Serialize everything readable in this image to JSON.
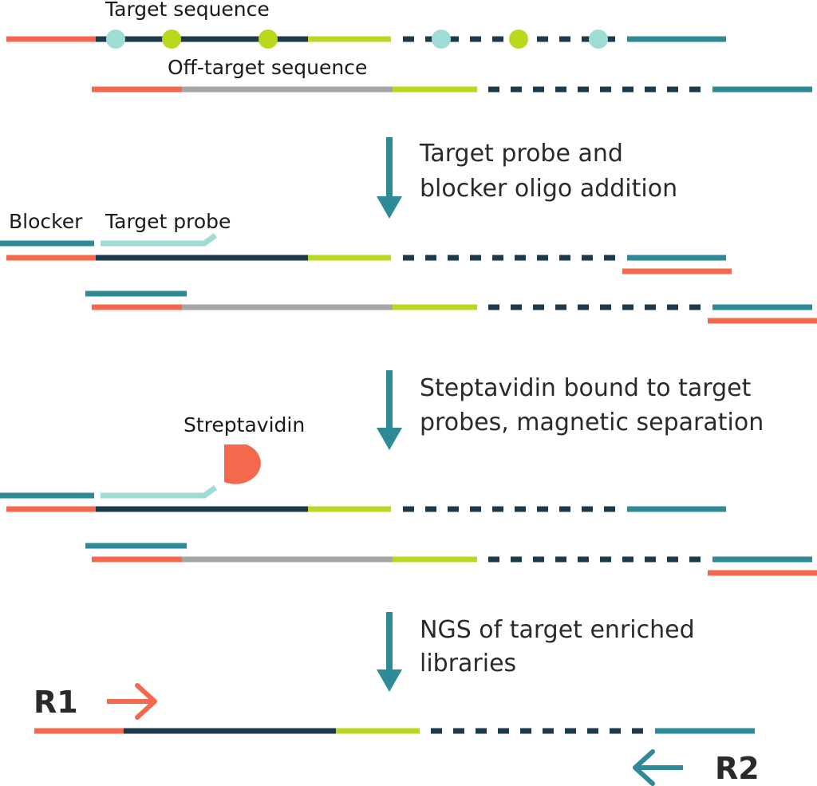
{
  "colors": {
    "adapter_left": "#f4694e",
    "insert": "#1b3a4b",
    "index": "#b8d91d",
    "adapter_right": "#2e8a97",
    "offtarget": "#a6a6a6",
    "blocker": "#2e8a97",
    "probe": "#9fdcd6",
    "variant_a": "#9fdcd6",
    "variant_b": "#b8d91d",
    "arrow": "#2e8a97",
    "streptavidin": "#f4694e",
    "r1": "#f4694e",
    "r2": "#2e8a97"
  },
  "labels": {
    "target_sequence": "Target sequence",
    "offtarget_sequence": "Off-target sequence",
    "blocker": "Blocker",
    "target_probe": "Target probe",
    "streptavidin": "Streptavidin",
    "r1": "R1",
    "r2": "R2"
  },
  "steps": [
    {
      "line1": "Target probe and",
      "line2": "blocker oligo addition"
    },
    {
      "line1": "Steptavidin bound to target",
      "line2": "probes, magnetic separation"
    },
    {
      "line1": "NGS of target enriched",
      "line2": "libraries"
    }
  ]
}
